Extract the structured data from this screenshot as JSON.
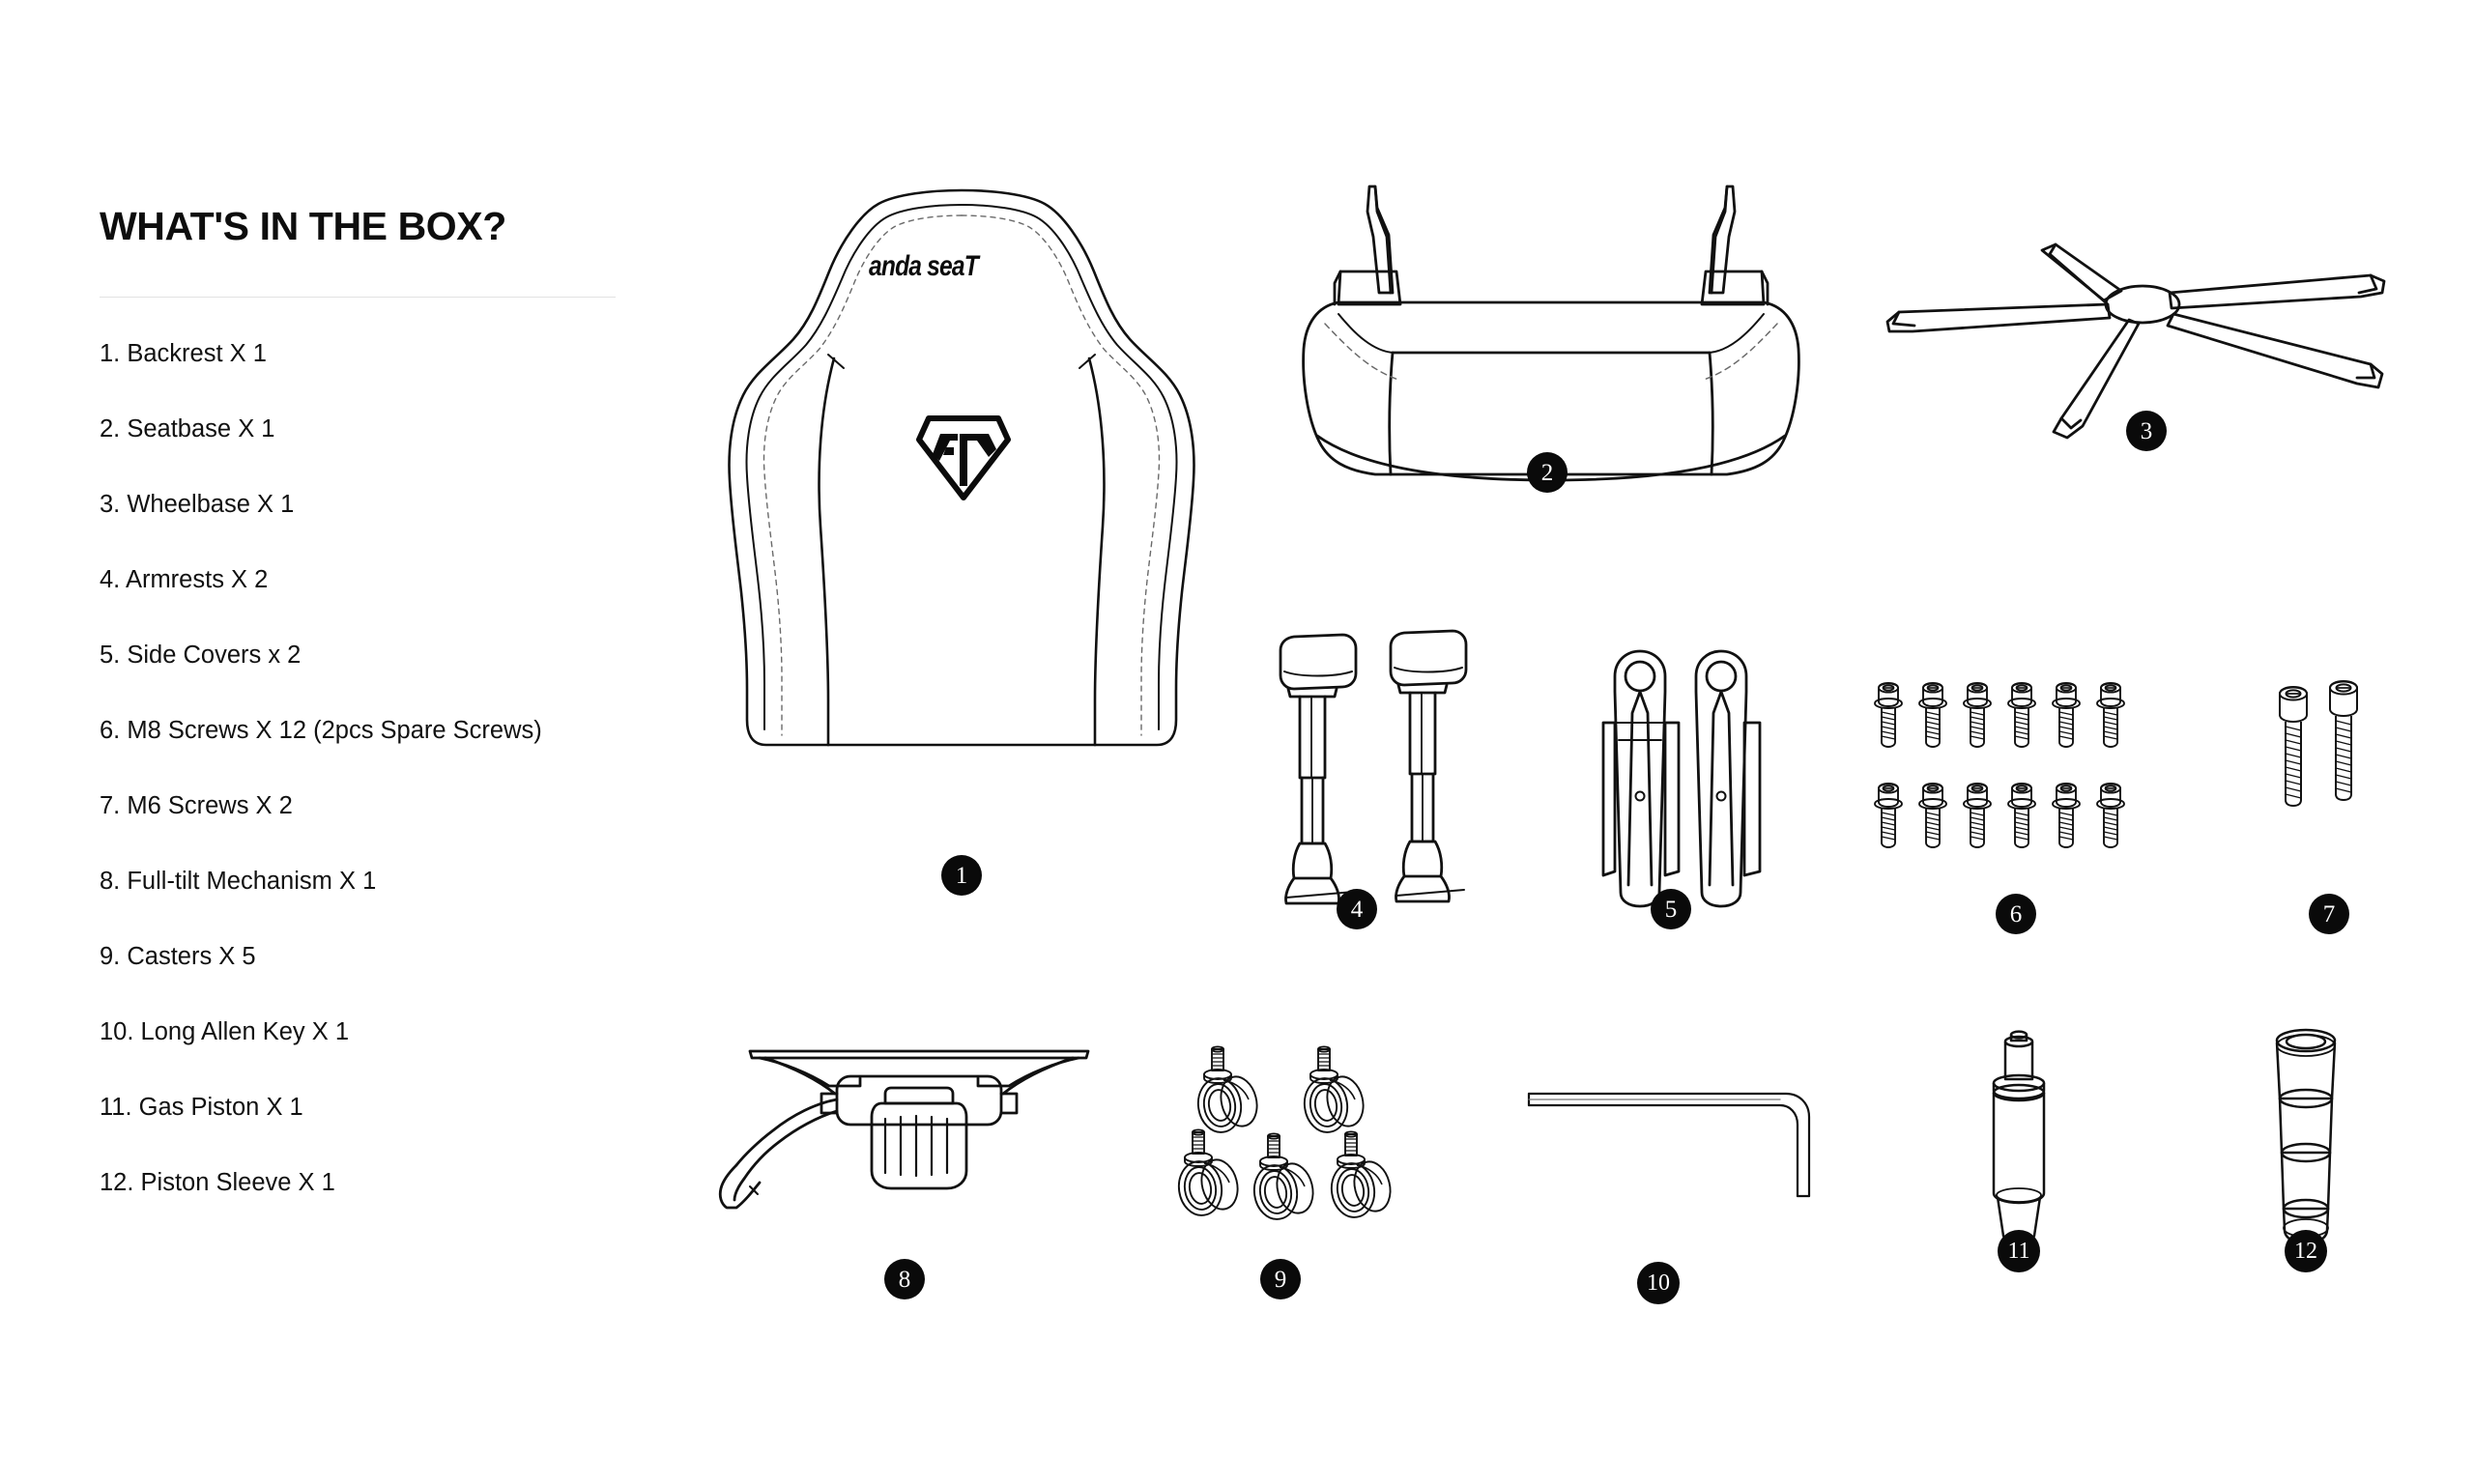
{
  "page": {
    "title": "WHAT'S IN THE BOX?",
    "background_color": "#ffffff",
    "text_color": "#111111",
    "badge_color": "#0a0a0a",
    "badge_text_color": "#ffffff",
    "divider_color": "#e2e2e2"
  },
  "parts_list": [
    {
      "number": "1",
      "text": "1. Backrest X 1"
    },
    {
      "number": "2",
      "text": "2. Seatbase X 1"
    },
    {
      "number": "3",
      "text": "3. Wheelbase X 1"
    },
    {
      "number": "4",
      "text": "4. Armrests X 2"
    },
    {
      "number": "5",
      "text": "5. Side Covers x 2"
    },
    {
      "number": "6",
      "text": "6. M8 Screws X 12 (2pcs Spare Screws)"
    },
    {
      "number": "7",
      "text": "7. M6 Screws X 2"
    },
    {
      "number": "8",
      "text": "8. Full-tilt Mechanism X 1"
    },
    {
      "number": "9",
      "text": "9. Casters X 5"
    },
    {
      "number": "10",
      "text": "10. Long Allen Key X 1"
    },
    {
      "number": "11",
      "text": "11. Gas Piston X 1"
    },
    {
      "number": "12",
      "text": "12. Piston Sleeve X 1"
    }
  ],
  "figures": [
    {
      "id": "backrest",
      "badge": "1",
      "icon": "chair-backrest-icon"
    },
    {
      "id": "seatbase",
      "badge": "2",
      "icon": "chair-seatbase-icon"
    },
    {
      "id": "wheelbase",
      "badge": "3",
      "icon": "five-star-wheelbase-icon"
    },
    {
      "id": "armrests",
      "badge": "4",
      "icon": "armrest-pair-icon"
    },
    {
      "id": "side-covers",
      "badge": "5",
      "icon": "side-cover-pair-icon"
    },
    {
      "id": "m8-screws",
      "badge": "6",
      "icon": "m8-screw-set-icon"
    },
    {
      "id": "m6-screws",
      "badge": "7",
      "icon": "m6-screw-pair-icon"
    },
    {
      "id": "tilt-mechanism",
      "badge": "8",
      "icon": "full-tilt-mechanism-icon"
    },
    {
      "id": "casters",
      "badge": "9",
      "icon": "caster-set-icon"
    },
    {
      "id": "allen-key",
      "badge": "10",
      "icon": "allen-key-icon"
    },
    {
      "id": "gas-piston",
      "badge": "11",
      "icon": "gas-piston-icon"
    },
    {
      "id": "piston-sleeve",
      "badge": "12",
      "icon": "piston-sleeve-icon"
    }
  ],
  "brand": {
    "wordmark": "anda seaT",
    "emblem": "ad-diamond-logo"
  }
}
